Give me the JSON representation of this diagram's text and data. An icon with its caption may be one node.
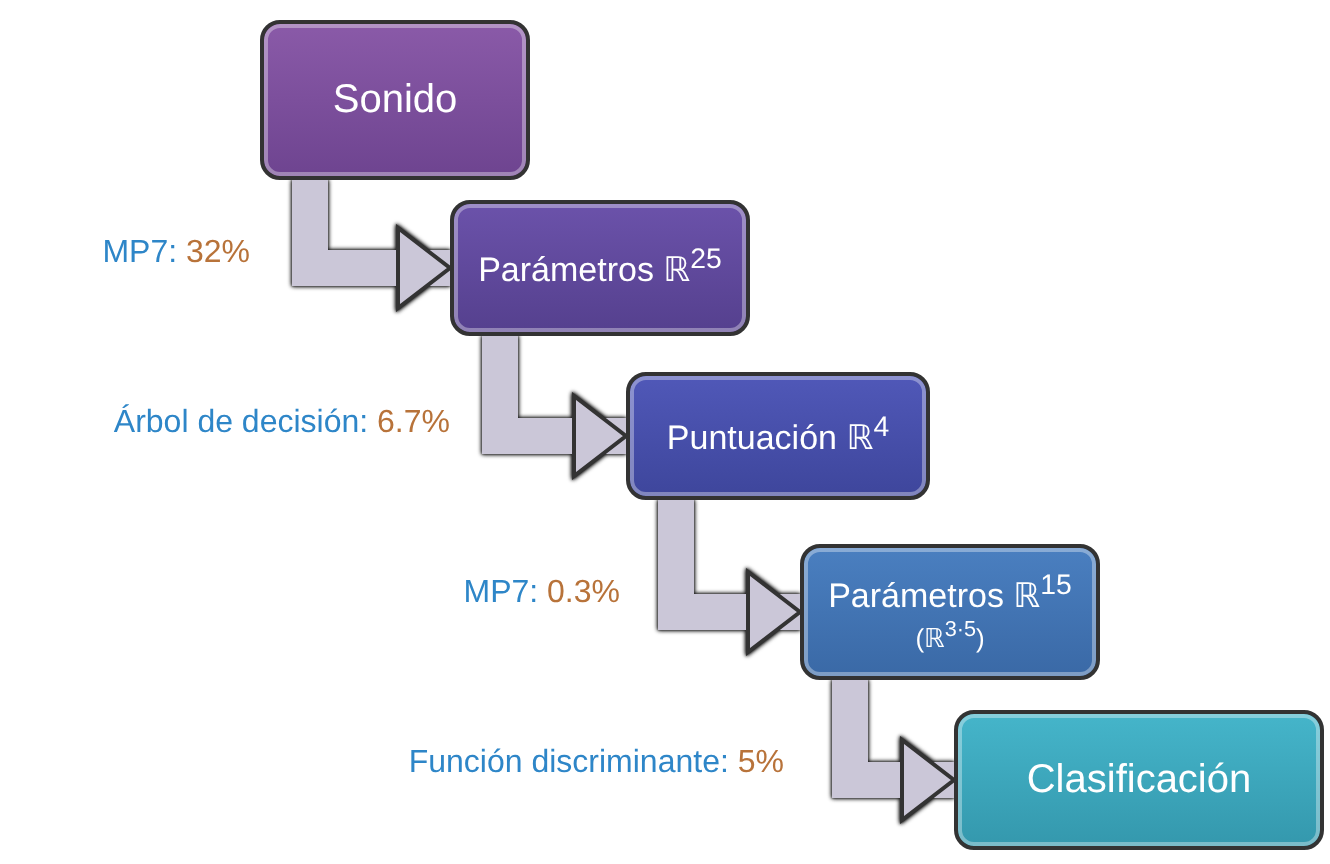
{
  "diagram": {
    "nodes": [
      {
        "text": [
          "Sonido"
        ]
      },
      {
        "text": [
          "Parámetros ℝ$^{25}$"
        ]
      },
      {
        "text": [
          "Puntuación ℝ$^{4}$"
        ]
      },
      {
        "text": [
          "Parámetros ℝ$^{15}$",
          "(ℝ$^{3·5}$)"
        ]
      },
      {
        "text": [
          "Clasificación"
        ]
      }
    ],
    "edges": [
      {
        "from": 0,
        "to": 1,
        "arrow": "to",
        "label": "MP7: 32%"
      },
      {
        "from": 1,
        "to": 2,
        "arrow": "to",
        "label": "Árbol de decisión: 6.7%"
      },
      {
        "from": 2,
        "to": 3,
        "arrow": "to",
        "label": "MP7: 0.3%"
      },
      {
        "from": 3,
        "to": 4,
        "arrow": "to",
        "label": "Función discriminante: 5%"
      }
    ]
  }
}
